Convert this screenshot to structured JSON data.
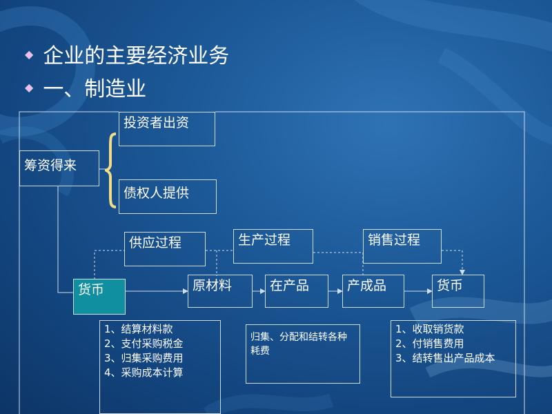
{
  "slide": {
    "heading_1": "企业的主要经济业务",
    "heading_2": "一、制造业"
  },
  "diagram": {
    "funding": "筹资得来",
    "investor": "投资者出资",
    "creditor": "债权人提供",
    "supply": "供应过程",
    "production": "生产过程",
    "sales": "销售过程",
    "money_start": "货币",
    "raw_material": "原材料",
    "wip": "在产品",
    "finished": "产成品",
    "money_end": "货币",
    "supply_steps": [
      "1、结算材料款",
      "2、支付采购税金",
      "3、归集采购费用",
      "4、采购成本计算"
    ],
    "production_note": "归集、分配和结转各种耗费",
    "sales_steps": [
      "1、收取销货款",
      "2、付销售费用",
      "3、结转售出产品成本"
    ]
  },
  "colors": {
    "background": "#1d5a99",
    "box_border": "#d0dcea",
    "money_fill": "#0f8fa0",
    "brace": "#f2dc88",
    "bullet": "#e6c0e8"
  },
  "icons": {
    "bullet": "diamond-icon"
  }
}
